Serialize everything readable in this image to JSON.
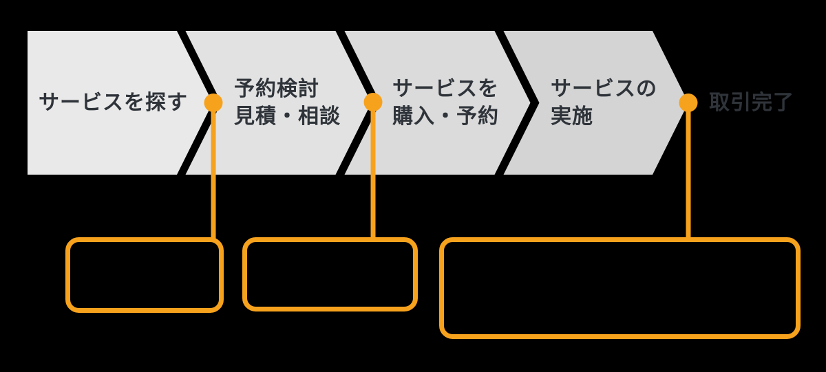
{
  "diagram": {
    "type": "process-flow",
    "steps": [
      {
        "id": 1,
        "lines": [
          "サービスを探す"
        ]
      },
      {
        "id": 2,
        "lines": [
          "予約検討",
          "見積・相談"
        ]
      },
      {
        "id": 3,
        "lines": [
          "サービスを",
          "購入・予約"
        ]
      },
      {
        "id": 4,
        "lines": [
          "サービスの",
          "実施"
        ]
      }
    ],
    "final_label": "取引完了",
    "callout_boxes": [
      {
        "text": ""
      },
      {
        "text": ""
      },
      {
        "text": ""
      }
    ]
  },
  "colors": {
    "background": "#000000",
    "accent_orange": "#F7A21D",
    "step_text": "#2F343A",
    "chevron_fills": [
      "#E9E9E9",
      "#E2E2E2",
      "#DBDBDB",
      "#D4D4D4"
    ]
  }
}
